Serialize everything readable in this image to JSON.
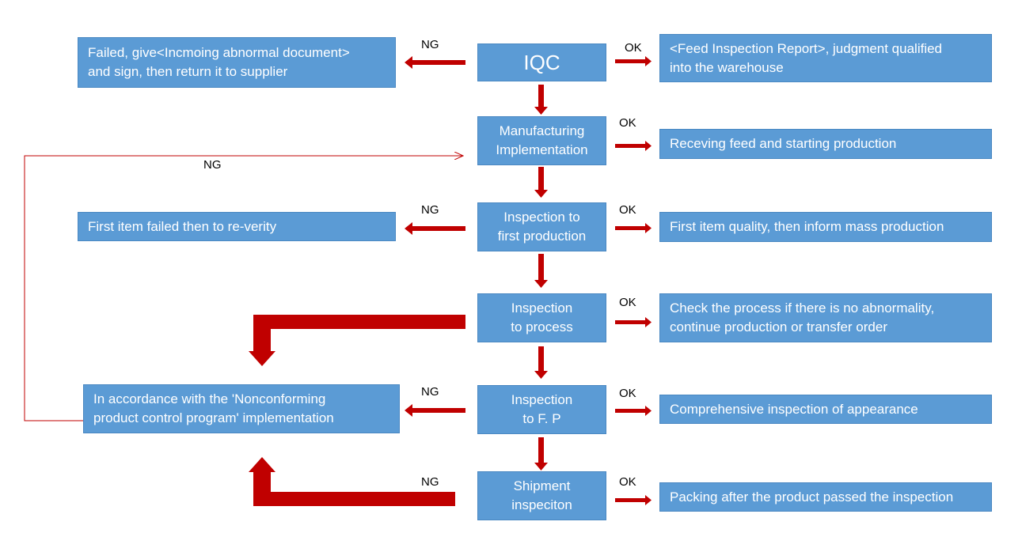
{
  "center": {
    "iqc": "IQC",
    "manufacturing": [
      "Manufacturing",
      "Implementation"
    ],
    "first_production": [
      "Inspection to",
      "first production"
    ],
    "process": [
      "Inspection",
      "to process"
    ],
    "fp": [
      "Inspection",
      "to F. P"
    ],
    "shipment": [
      "Shipment",
      "inspeciton"
    ]
  },
  "left": {
    "iqc_fail": [
      "Failed, give<Incmoing abnormal document>",
      "and sign, then return it to supplier"
    ],
    "first_fail": [
      "First item failed then to re-verity"
    ],
    "nonconforming": [
      "In accordance with the 'Nonconforming",
      "product control program' implementation"
    ]
  },
  "right": {
    "iqc_ok": [
      "<Feed Inspection Report>, judgment qualified",
      "into the warehouse"
    ],
    "manufacturing_ok": [
      "Receving feed and starting production"
    ],
    "first_ok": [
      "First item quality, then inform mass production"
    ],
    "process_ok": [
      "Check the process if there is no abnormality,",
      "continue production or transfer order"
    ],
    "fp_ok": [
      "Comprehensive inspection of appearance"
    ],
    "shipment_ok": [
      "Packing after the product passed the inspection"
    ]
  },
  "labels": {
    "ok": "OK",
    "ng": "NG"
  },
  "colors": {
    "box_fill": "#5b9bd5",
    "arrow_red": "#c00000",
    "text_white": "#ffffff"
  }
}
